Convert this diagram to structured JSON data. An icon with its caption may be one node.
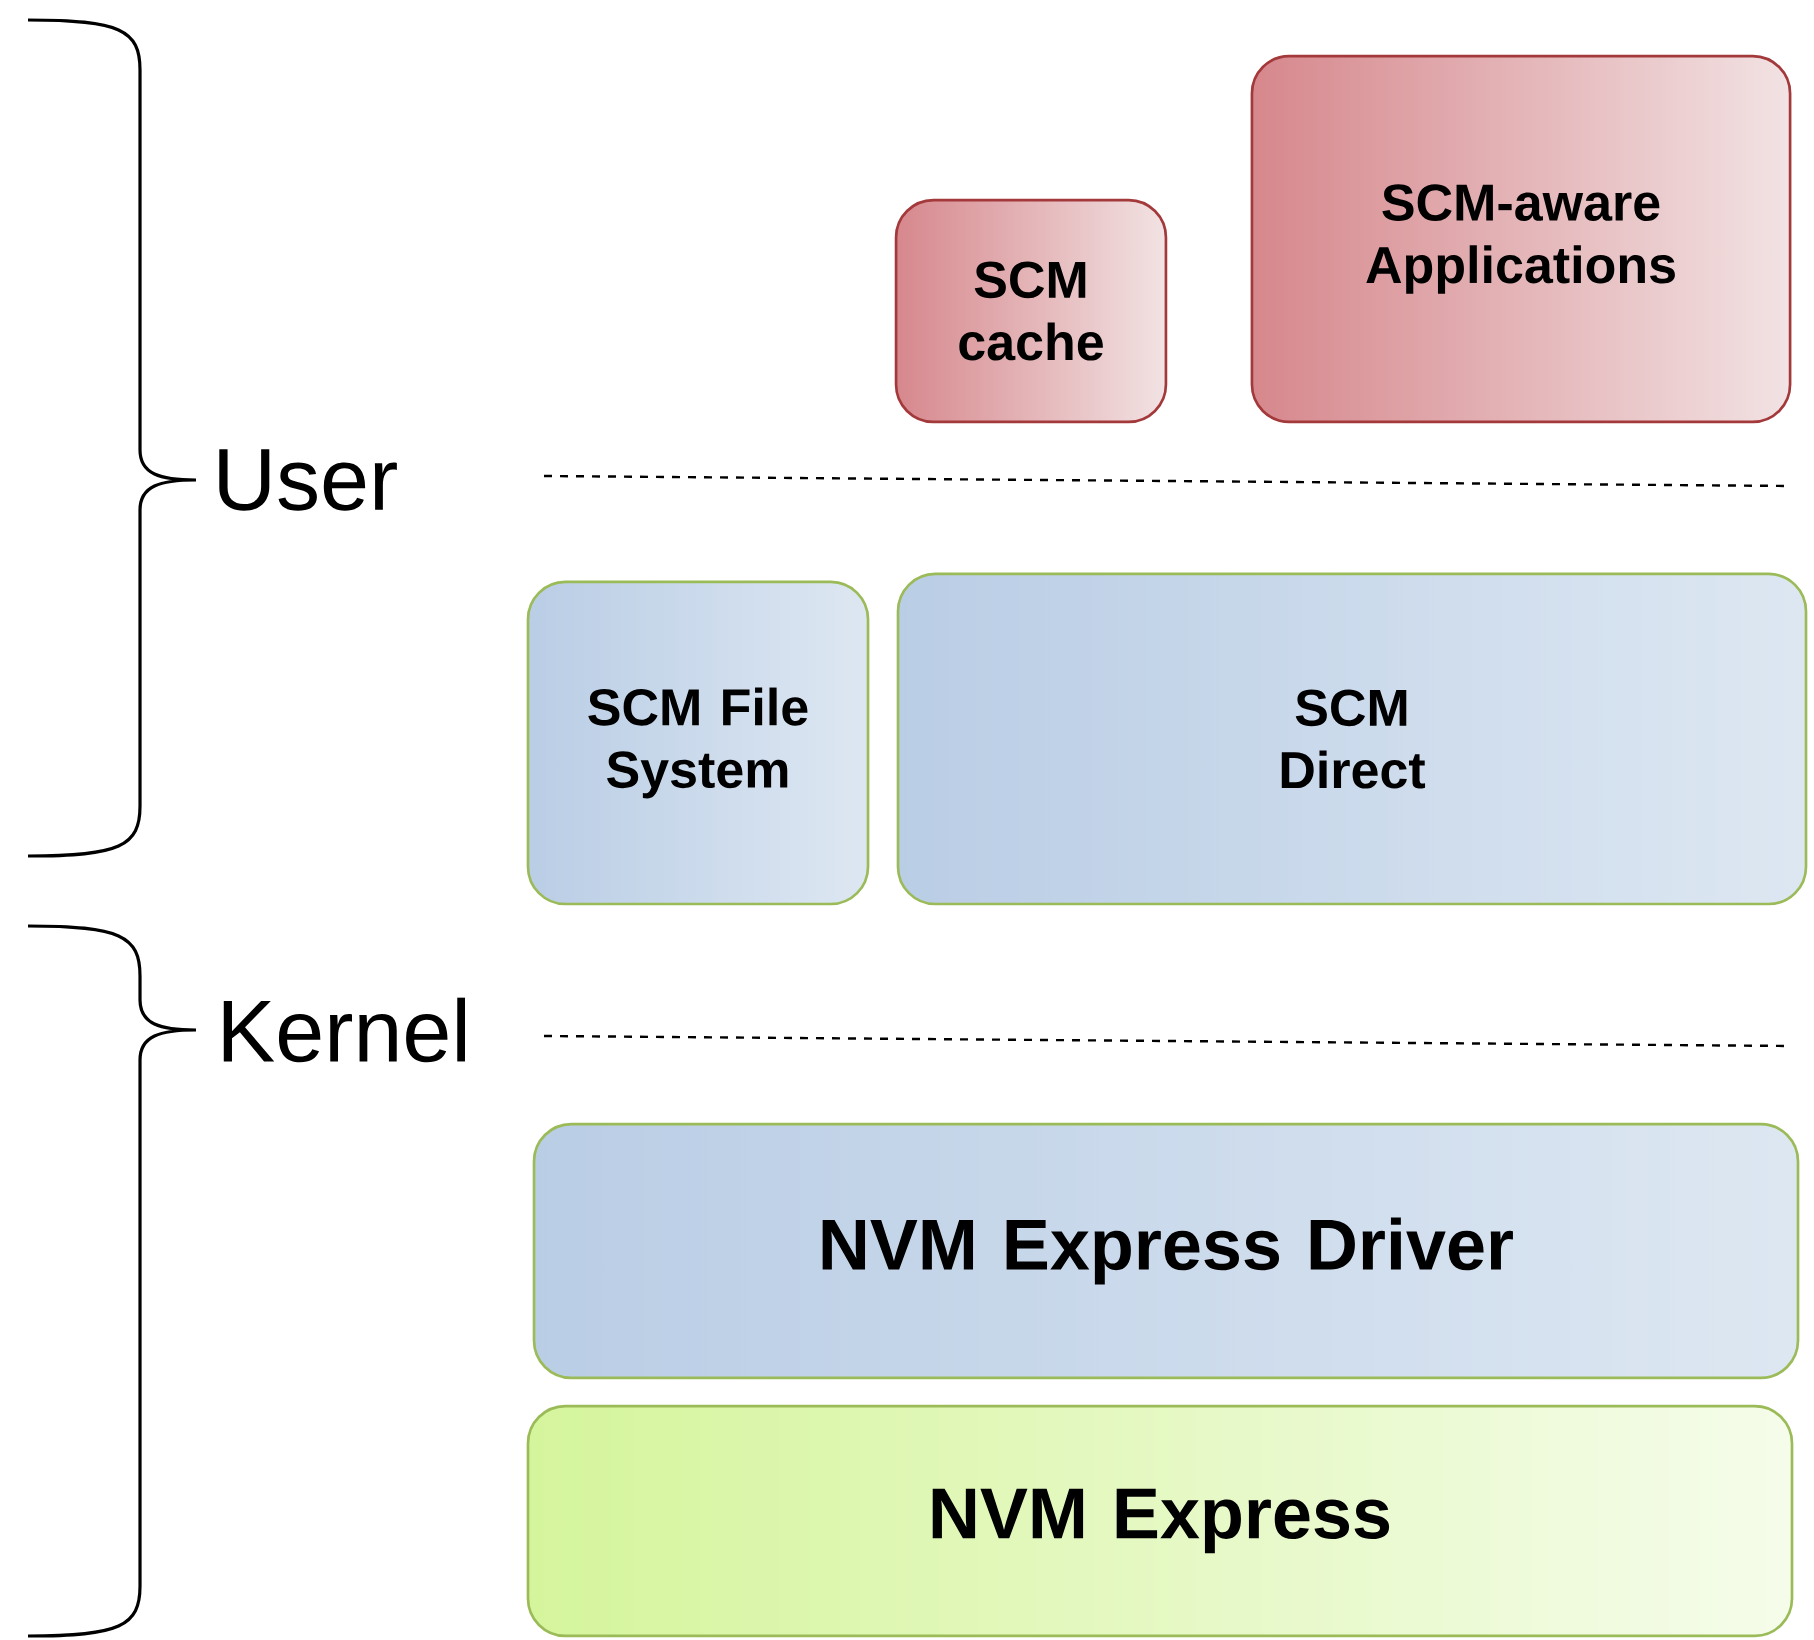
{
  "diagram": {
    "nodes": [
      {
        "text": [
          "SCM cache"
        ]
      },
      {
        "text": [
          "SCM-aware Applications"
        ]
      },
      {
        "text": [
          "SCM File System"
        ]
      },
      {
        "text": [
          "SCM Direct"
        ]
      },
      {
        "text": [
          "NVM Express Driver"
        ]
      },
      {
        "text": [
          "NVM Express"
        ]
      }
    ],
    "labels": [
      "User",
      "Kernel"
    ]
  }
}
